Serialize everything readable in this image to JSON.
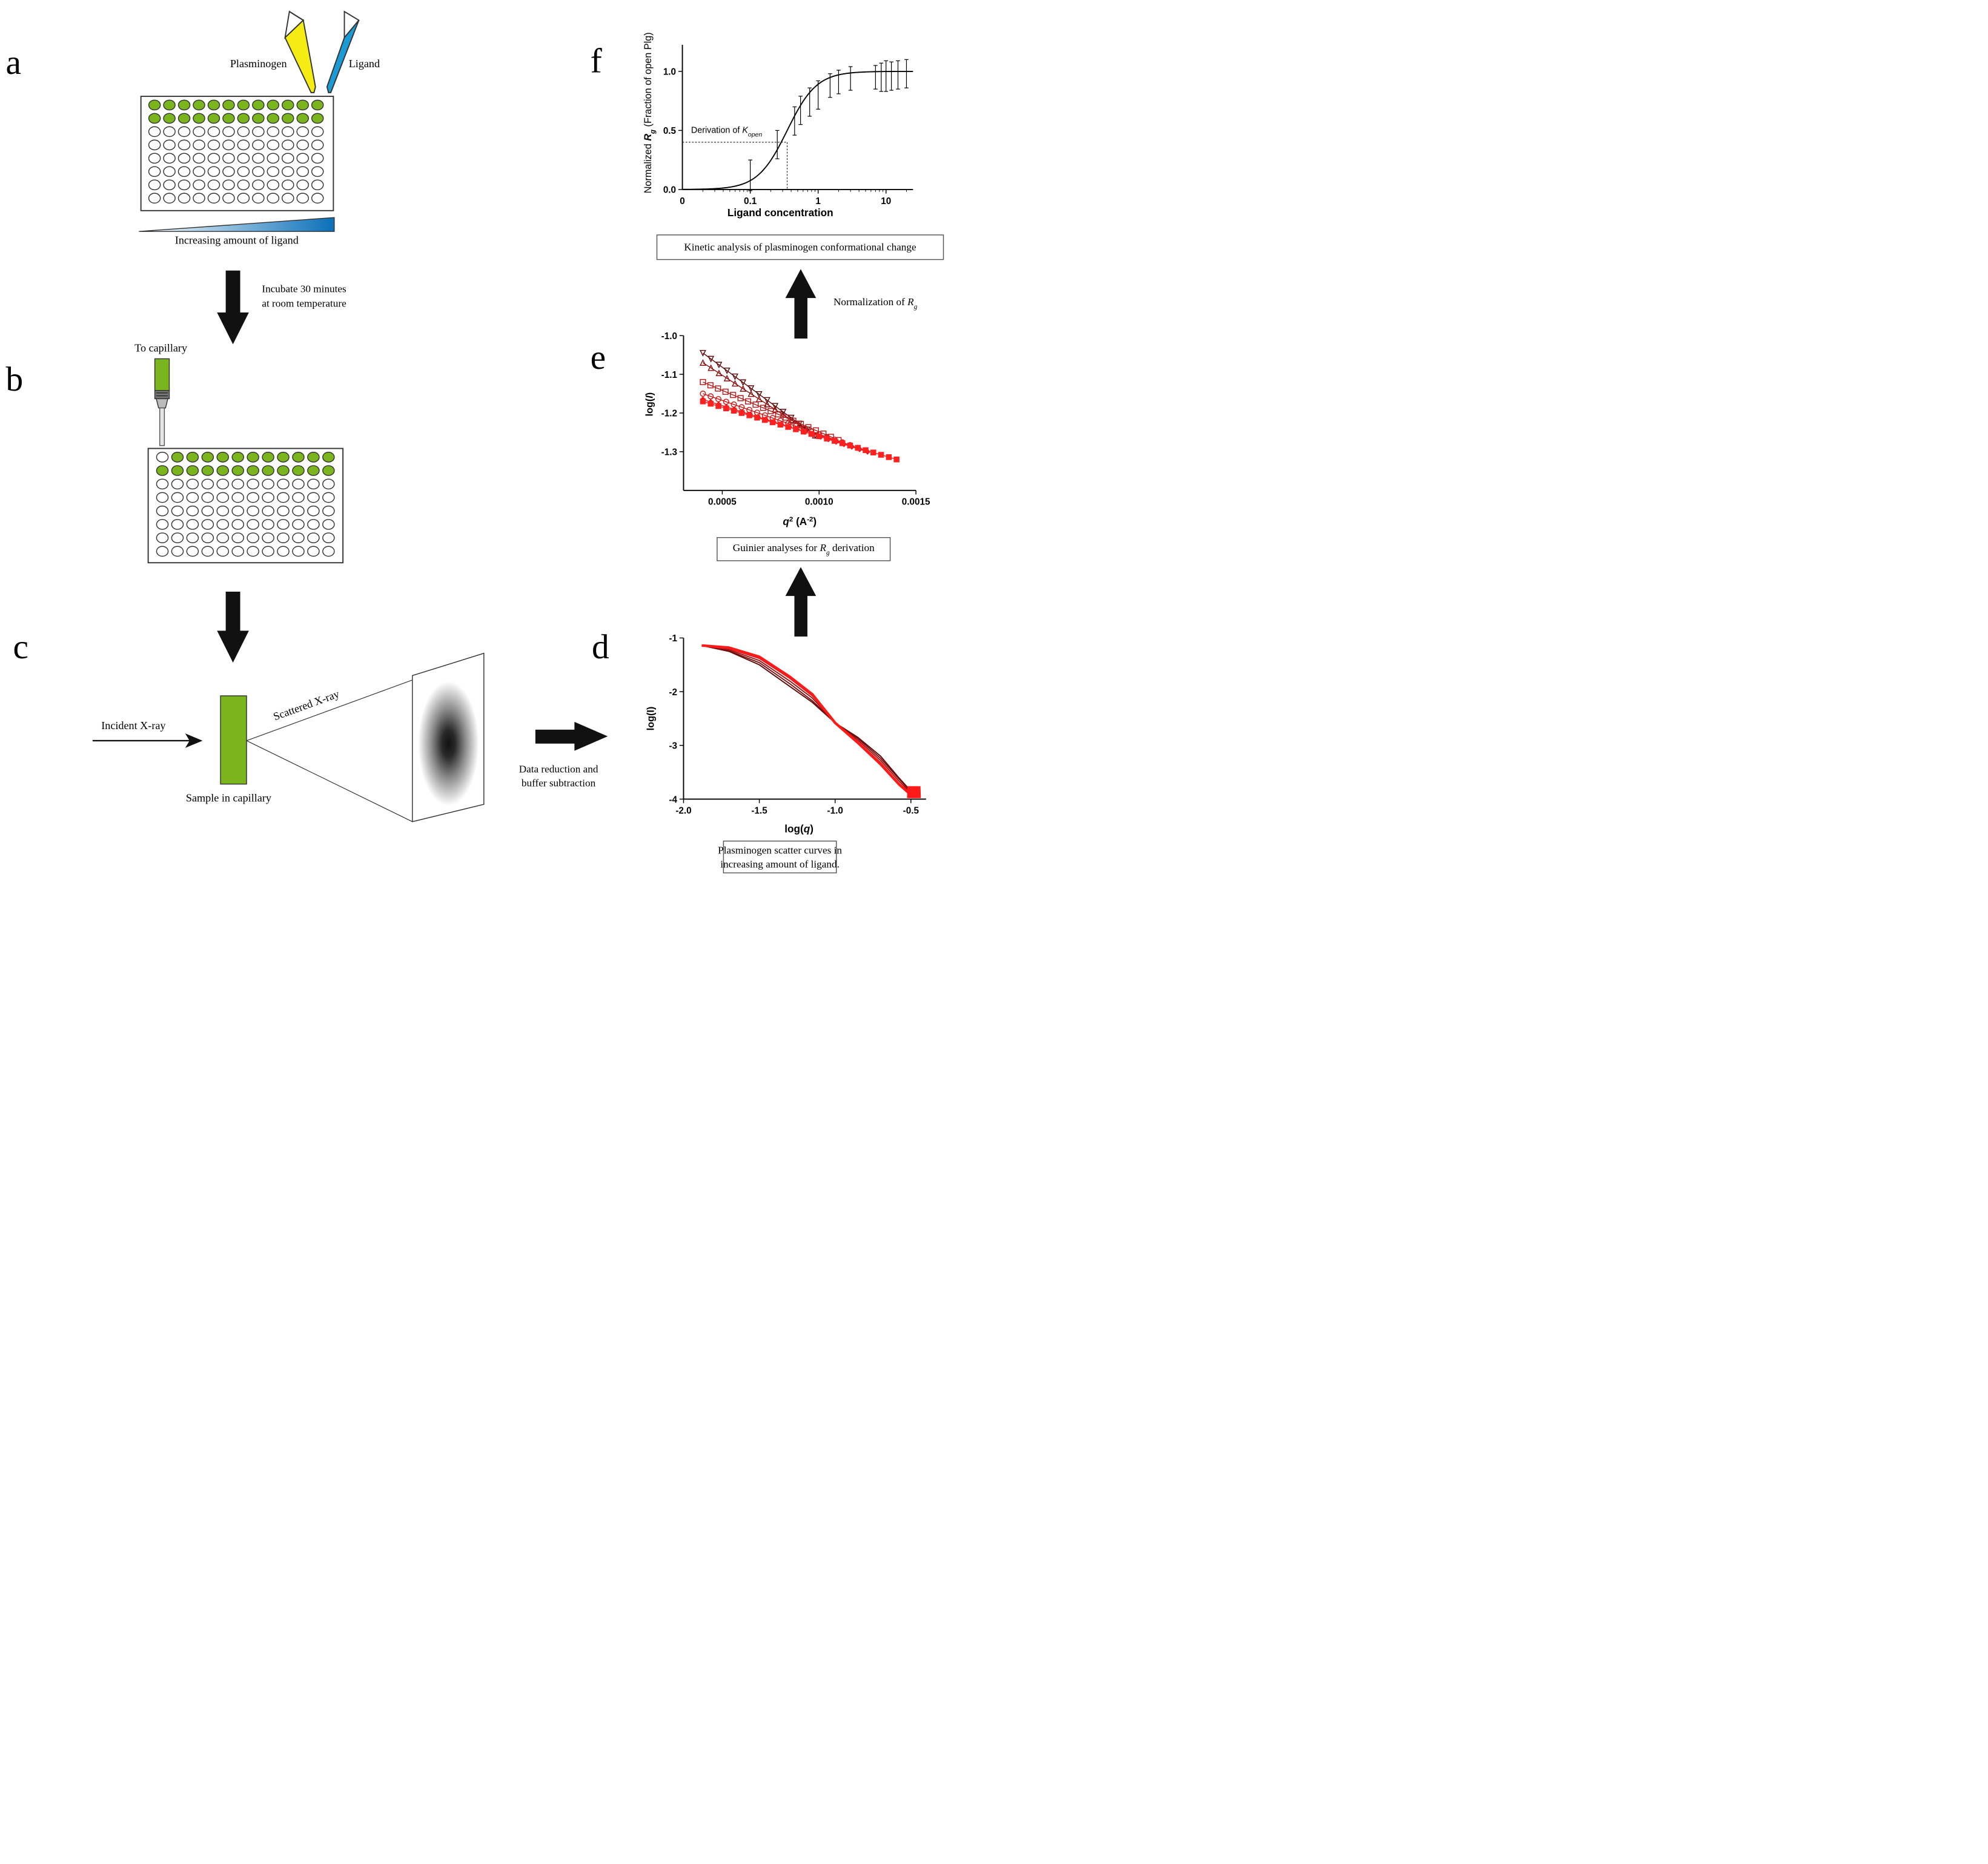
{
  "panel_letters": {
    "a": "a",
    "b": "b",
    "c": "c",
    "d": "d",
    "e": "e",
    "f": "f"
  },
  "panel_a": {
    "pipette_left_label": "Plasminogen",
    "pipette_right_label": "Ligand",
    "gradient_label": "Increasing amount of ligand",
    "plate": {
      "rows": 8,
      "cols": 12,
      "filled_rows": 2,
      "empty_first_well": false
    }
  },
  "step_ab": {
    "line1": "Incubate 30 minutes",
    "line2": "at room temperature"
  },
  "panel_b": {
    "capillary_label": "To capillary",
    "plate": {
      "rows": 8,
      "cols": 12,
      "filled_rows": 2,
      "empty_first_well": true
    }
  },
  "panel_c": {
    "incident_label": "Incident X-ray",
    "scattered_label": "Scattered X-ray",
    "sample_label": "Sample in capillary"
  },
  "step_cd": {
    "line1": "Data reduction and",
    "line2": "buffer subtraction"
  },
  "caption_d": {
    "line1": "Plasminogen scatter curves in",
    "line2": "increasing amount of ligand."
  },
  "caption_e": {
    "before": "Guinier analyses for ",
    "var": "R",
    "sub": "g",
    "after": " derivation"
  },
  "step_ef": {
    "before": "Normalization of ",
    "var": "R",
    "sub": "g"
  },
  "caption_f": "Kinetic analysis of plasminogen conformational change",
  "colors": {
    "well_green": "#7ab51d",
    "pipette_yellow": "#f4ec12",
    "pipette_blue": "#1b9ad6",
    "gradient_blue": "#0a70b8",
    "arrow": "#111111",
    "curve_dark": "#6b0a0a",
    "curve_red": "#ff1a1a"
  },
  "chart_data": [
    {
      "panel": "f",
      "type": "line",
      "ylabel": {
        "prefix": "Normalized ",
        "var": "R",
        "sub": "g",
        "suffix": " (Fraction of open Plg)"
      },
      "xlabel": "Ligand concentration",
      "x_scale": "log",
      "xlim": [
        0.01,
        25
      ],
      "ylim": [
        0,
        1.2
      ],
      "x_ticks": [
        {
          "v": 0.1,
          "label": "0.1"
        },
        {
          "v": 1,
          "label": "1"
        },
        {
          "v": 10,
          "label": "10"
        }
      ],
      "x_origin_label": "0",
      "y_ticks": [
        {
          "v": 0,
          "label": "0.0"
        },
        {
          "v": 0.5,
          "label": "0.5"
        },
        {
          "v": 1.0,
          "label": "1.0"
        }
      ],
      "annotation": {
        "text": "Derivation of ",
        "var": "K",
        "sub": "open",
        "x": 0.35,
        "y": 0.4
      },
      "fit": {
        "k": 0.35,
        "n": 2.0
      },
      "points": [
        {
          "x": 0.1,
          "y": 0.12,
          "err": 0.13
        },
        {
          "x": 0.25,
          "y": 0.38,
          "err": 0.12
        },
        {
          "x": 0.45,
          "y": 0.58,
          "err": 0.12
        },
        {
          "x": 0.55,
          "y": 0.67,
          "err": 0.12
        },
        {
          "x": 0.75,
          "y": 0.74,
          "err": 0.12
        },
        {
          "x": 1.0,
          "y": 0.8,
          "err": 0.12
        },
        {
          "x": 1.5,
          "y": 0.88,
          "err": 0.1
        },
        {
          "x": 2.0,
          "y": 0.91,
          "err": 0.1
        },
        {
          "x": 3.0,
          "y": 0.94,
          "err": 0.1
        },
        {
          "x": 7.0,
          "y": 0.95,
          "err": 0.1
        },
        {
          "x": 8.5,
          "y": 0.95,
          "err": 0.12
        },
        {
          "x": 10.0,
          "y": 0.96,
          "err": 0.13
        },
        {
          "x": 12.0,
          "y": 0.96,
          "err": 0.12
        },
        {
          "x": 15.0,
          "y": 0.97,
          "err": 0.12
        },
        {
          "x": 20.0,
          "y": 0.98,
          "err": 0.12
        }
      ]
    },
    {
      "panel": "e",
      "type": "scatter",
      "ylabel": {
        "prefix": "log(",
        "var": "I",
        "suffix": ")"
      },
      "xlabel": {
        "var": "q",
        "sup": "2",
        "suffix": " (A",
        "sup2": "-2",
        "end": ")"
      },
      "xlim": [
        0.0003,
        0.0015
      ],
      "ylim": [
        -1.4,
        -1.0
      ],
      "x_ticks": [
        {
          "v": 0.0005,
          "label": "0.0005"
        },
        {
          "v": 0.001,
          "label": "0.0010"
        },
        {
          "v": 0.0015,
          "label": "0.0015"
        }
      ],
      "y_ticks": [
        {
          "v": -1.0,
          "label": "-1.0"
        },
        {
          "v": -1.1,
          "label": "-1.1"
        },
        {
          "v": -1.2,
          "label": "-1.2"
        },
        {
          "v": -1.3,
          "label": "-1.3"
        }
      ],
      "series": [
        {
          "marker": "tri-down",
          "color": "#5c0a0a",
          "x0": 0.0004,
          "x1": 0.00098,
          "y0": -1.045,
          "y1": -1.258
        },
        {
          "marker": "tri-up",
          "color": "#8a1010",
          "x0": 0.0004,
          "x1": 0.00098,
          "y0": -1.07,
          "y1": -1.258
        },
        {
          "marker": "square-open",
          "color": "#b41818",
          "x0": 0.0004,
          "x1": 0.0011,
          "y0": -1.12,
          "y1": -1.27
        },
        {
          "marker": "circle",
          "color": "#cc1515",
          "x0": 0.0004,
          "x1": 0.0012,
          "y0": -1.15,
          "y1": -1.29
        },
        {
          "marker": "diamond",
          "color": "#e01818",
          "x0": 0.0004,
          "x1": 0.00125,
          "y0": -1.165,
          "y1": -1.3
        },
        {
          "marker": "square",
          "color": "#ff2020",
          "x0": 0.0004,
          "x1": 0.0014,
          "y0": -1.17,
          "y1": -1.32
        }
      ]
    },
    {
      "panel": "d",
      "type": "line",
      "ylabel": "log(I)",
      "xlabel": {
        "prefix": "log(",
        "var": "q",
        "suffix": ")"
      },
      "xlim": [
        -2.0,
        -0.4
      ],
      "ylim": [
        -4,
        -1
      ],
      "x_ticks": [
        {
          "v": -2.0,
          "label": "-2.0"
        },
        {
          "v": -1.5,
          "label": "-1.5"
        },
        {
          "v": -1.0,
          "label": "-1.0"
        },
        {
          "v": -0.5,
          "label": "-0.5"
        }
      ],
      "y_ticks": [
        {
          "v": -1,
          "label": "-1"
        },
        {
          "v": -2,
          "label": "-2"
        },
        {
          "v": -3,
          "label": "-3"
        },
        {
          "v": -4,
          "label": "-4"
        }
      ],
      "curves": [
        {
          "color": "#5c0a0a",
          "points": [
            [
              -1.88,
              -1.14
            ],
            [
              -1.7,
              -1.25
            ],
            [
              -1.5,
              -1.5
            ],
            [
              -1.3,
              -1.9
            ],
            [
              -1.15,
              -2.2
            ],
            [
              -1.0,
              -2.58
            ],
            [
              -0.85,
              -2.85
            ],
            [
              -0.7,
              -3.2
            ],
            [
              -0.58,
              -3.6
            ],
            [
              -0.5,
              -3.85
            ],
            [
              -0.45,
              -3.95
            ]
          ]
        },
        {
          "color": "#7a0e0e",
          "points": [
            [
              -1.88,
              -1.14
            ],
            [
              -1.7,
              -1.24
            ],
            [
              -1.5,
              -1.46
            ],
            [
              -1.3,
              -1.85
            ],
            [
              -1.15,
              -2.17
            ],
            [
              -1.0,
              -2.58
            ],
            [
              -0.85,
              -2.87
            ],
            [
              -0.7,
              -3.24
            ],
            [
              -0.58,
              -3.62
            ],
            [
              -0.5,
              -3.86
            ],
            [
              -0.45,
              -3.95
            ]
          ]
        },
        {
          "color": "#a01313",
          "points": [
            [
              -1.88,
              -1.14
            ],
            [
              -1.7,
              -1.22
            ],
            [
              -1.5,
              -1.42
            ],
            [
              -1.3,
              -1.8
            ],
            [
              -1.15,
              -2.12
            ],
            [
              -1.0,
              -2.58
            ],
            [
              -0.85,
              -2.9
            ],
            [
              -0.7,
              -3.28
            ],
            [
              -0.58,
              -3.66
            ],
            [
              -0.5,
              -3.88
            ],
            [
              -0.45,
              -3.95
            ]
          ]
        },
        {
          "color": "#c81717",
          "points": [
            [
              -1.88,
              -1.14
            ],
            [
              -1.7,
              -1.2
            ],
            [
              -1.5,
              -1.38
            ],
            [
              -1.3,
              -1.75
            ],
            [
              -1.15,
              -2.08
            ],
            [
              -1.0,
              -2.58
            ],
            [
              -0.85,
              -2.93
            ],
            [
              -0.7,
              -3.32
            ],
            [
              -0.58,
              -3.7
            ],
            [
              -0.5,
              -3.9
            ],
            [
              -0.45,
              -3.95
            ]
          ]
        },
        {
          "color": "#ff1a1a",
          "points": [
            [
              -1.88,
              -1.14
            ],
            [
              -1.7,
              -1.18
            ],
            [
              -1.5,
              -1.35
            ],
            [
              -1.3,
              -1.72
            ],
            [
              -1.15,
              -2.05
            ],
            [
              -1.0,
              -2.58
            ],
            [
              -0.85,
              -2.95
            ],
            [
              -0.7,
              -3.35
            ],
            [
              -0.58,
              -3.72
            ],
            [
              -0.5,
              -3.92
            ],
            [
              -0.45,
              -3.95
            ]
          ]
        }
      ]
    }
  ]
}
